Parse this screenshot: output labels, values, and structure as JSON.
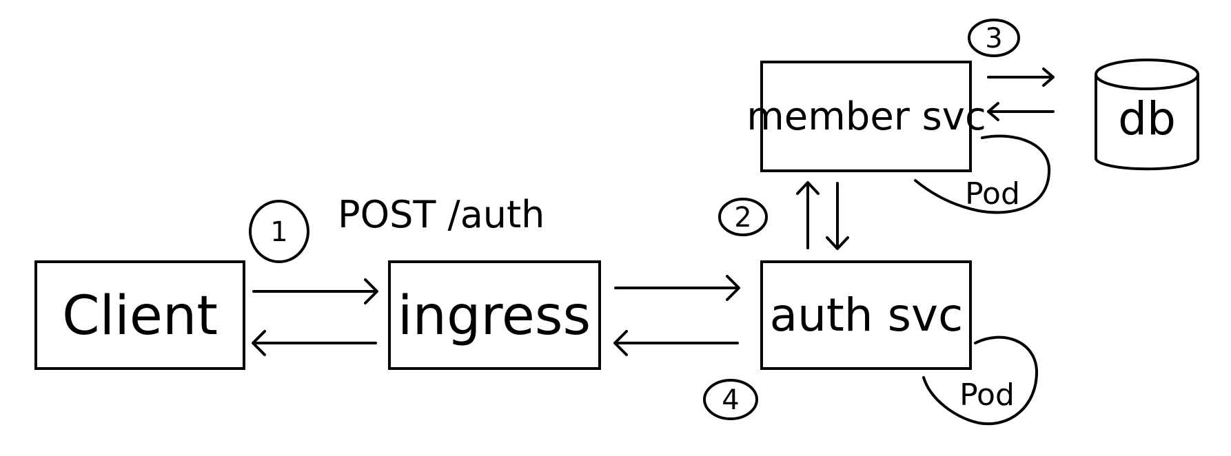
{
  "nodes": {
    "client": "Client",
    "ingress": "ingress",
    "auth_svc": "auth svc",
    "member_svc": "member svc",
    "db": "db"
  },
  "request_label": "POST /auth",
  "pod_labels": [
    "Pod",
    "Pod"
  ],
  "steps": [
    "1",
    "2",
    "3",
    "4"
  ]
}
